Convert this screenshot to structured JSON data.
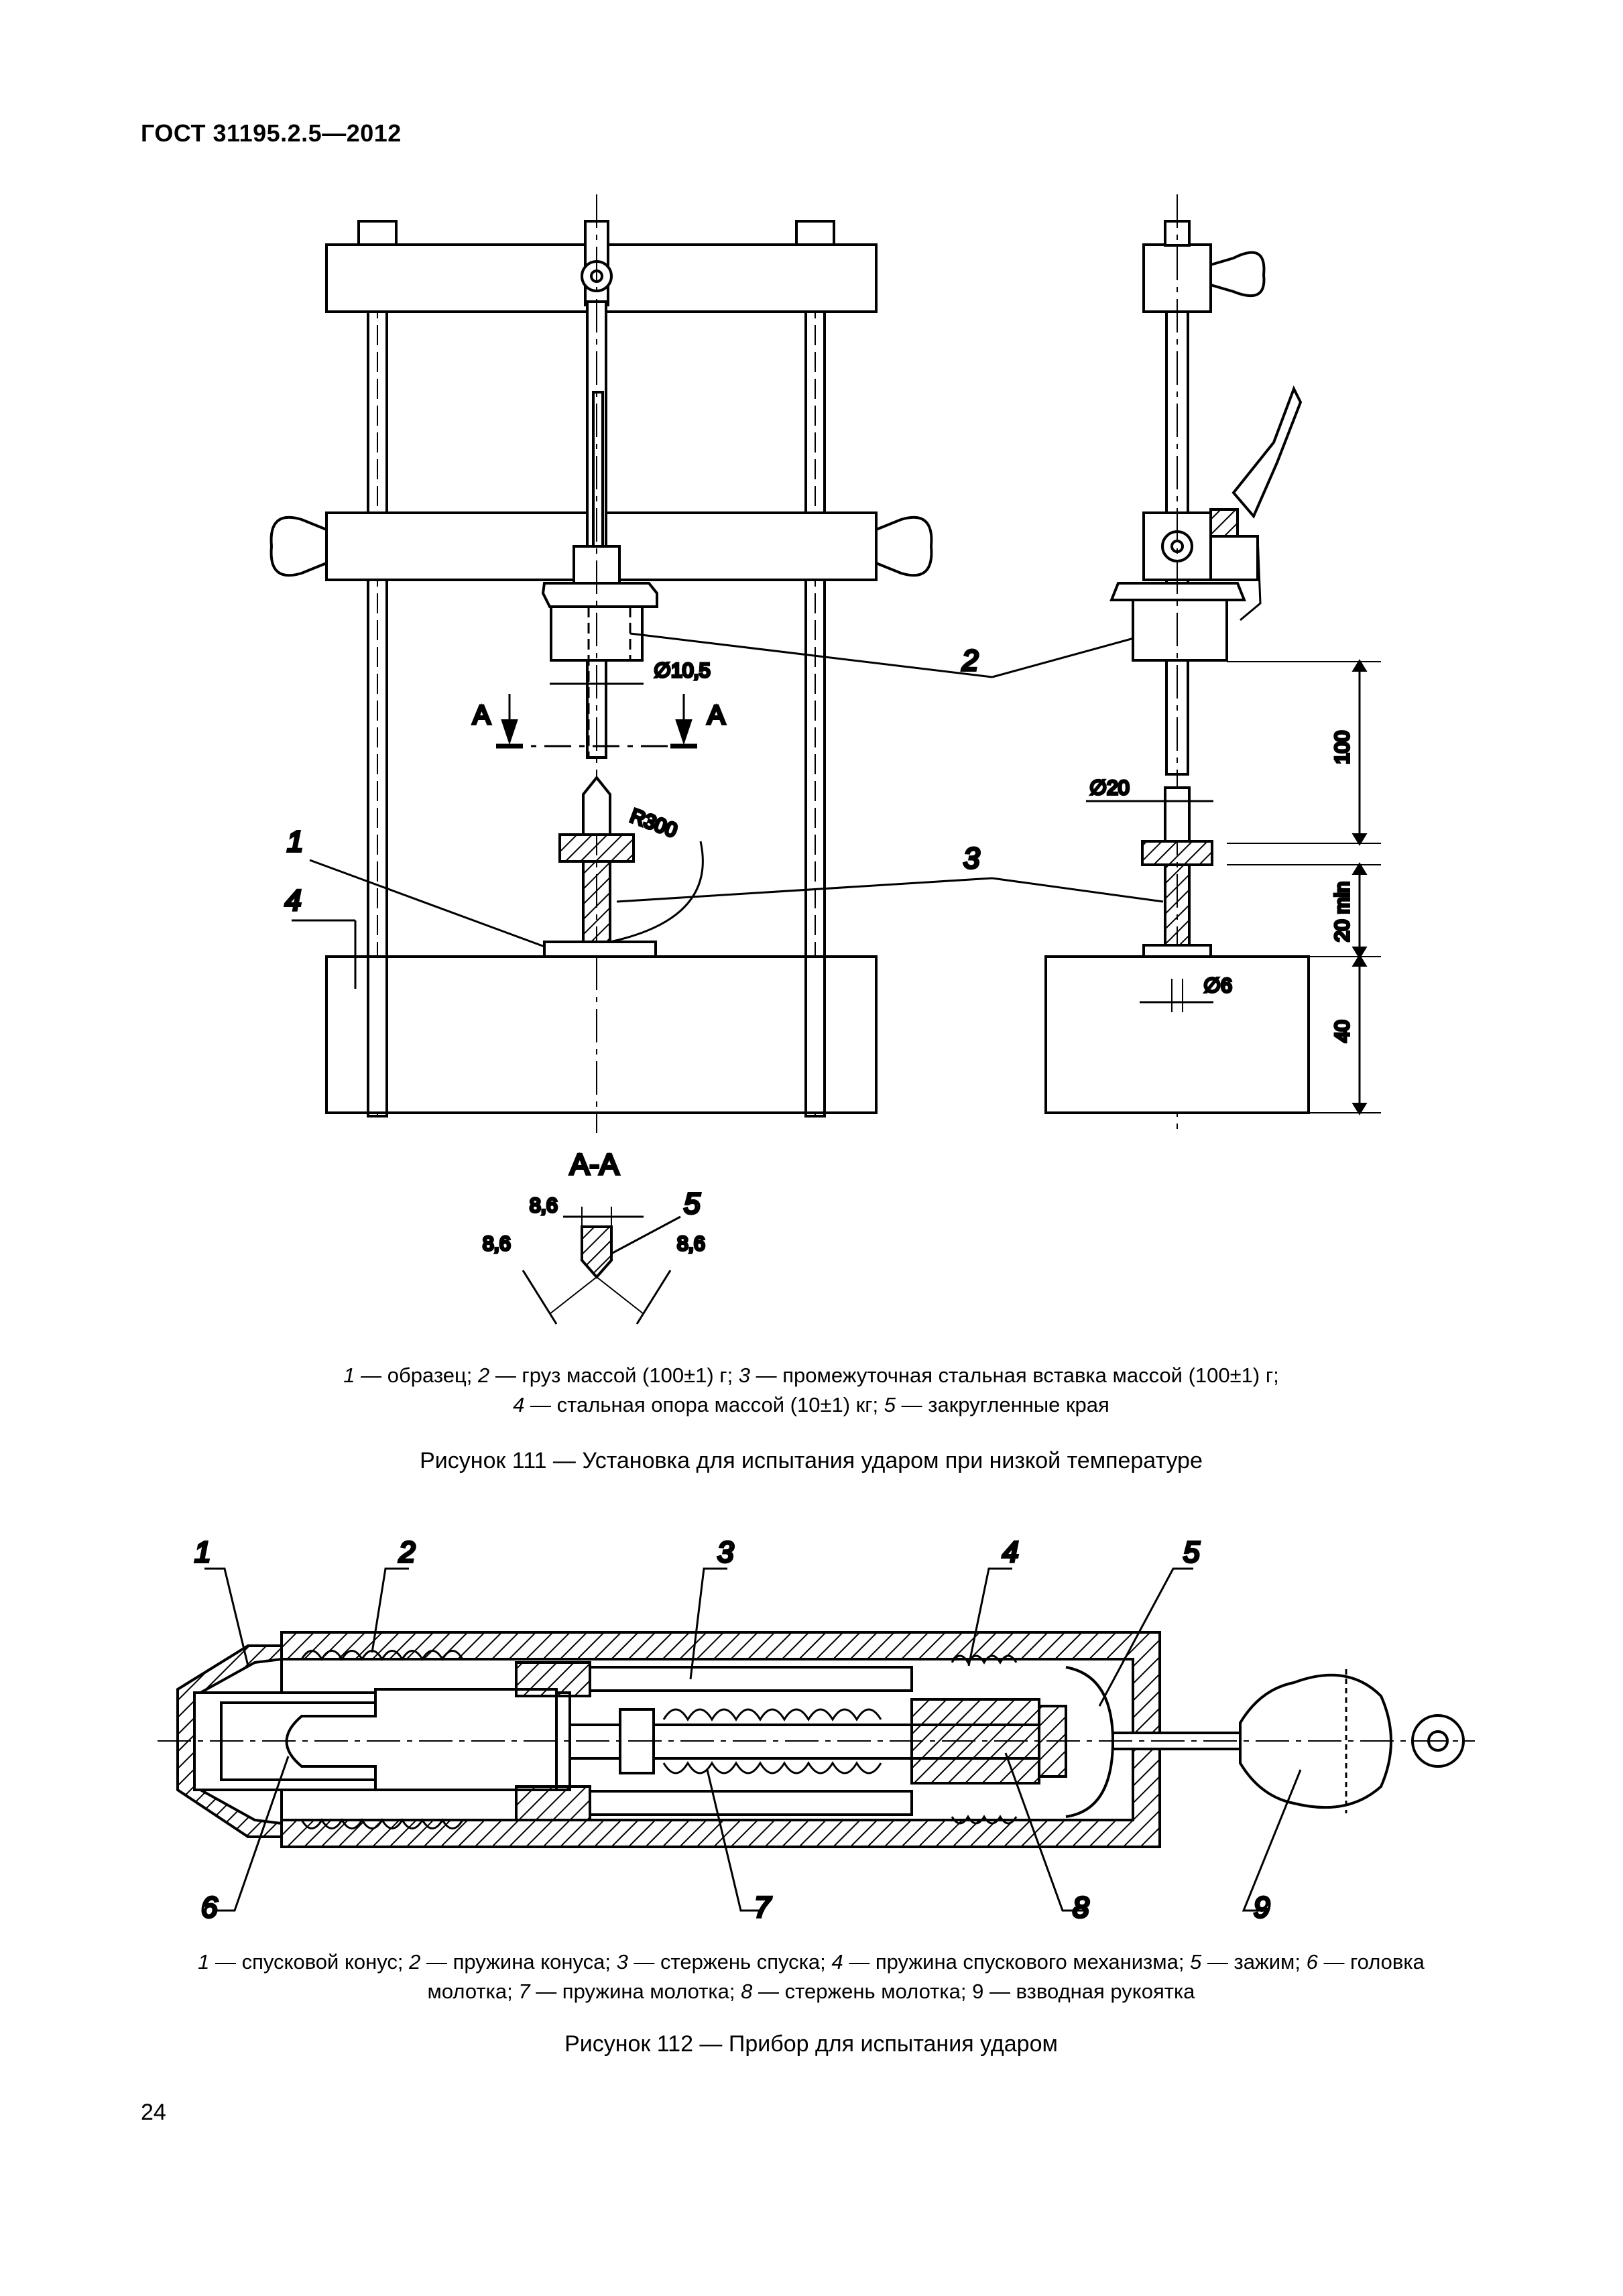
{
  "header": {
    "standard": "ГОСТ 31195.2.5—2012"
  },
  "figure111": {
    "callouts": [
      "1",
      "2",
      "3",
      "4",
      "5"
    ],
    "dims": {
      "bore": "∅10,5",
      "tip": "∅20",
      "pin": "∅6",
      "radius": "R300",
      "height_100": "100",
      "height_20": "20 min",
      "height_40": "40",
      "edge": "8,6"
    },
    "section_mark": "A",
    "section_title": "А-А",
    "legend_line1": {
      "n1": "1",
      "t1": " — образец; ",
      "n2": "2",
      "t2": " — груз массой (100±1) г; ",
      "n3": "3",
      "t3": " — промежуточная стальная вставка массой (100±1) г;"
    },
    "legend_line2": {
      "n4": "4",
      "t4": " — стальная опора массой (10±1) кг; ",
      "n5": "5",
      "t5": " — закругленные края"
    },
    "title": "Рисунок 111 — Установка для испытания ударом при низкой температуре"
  },
  "figure112": {
    "callouts": [
      "1",
      "2",
      "3",
      "4",
      "5",
      "6",
      "7",
      "8",
      "9"
    ],
    "legend_line1": {
      "n1": "1",
      "t1": " — спусковой конус; ",
      "n2": "2",
      "t2": " — пружина конуса; ",
      "n3": "3",
      "t3": " — стержень спуска; ",
      "n4": "4",
      "t4": " — пружина спускового механизма; ",
      "n5": "5",
      "t5": " — зажим; ",
      "n6": "6",
      "t6": " — головка"
    },
    "legend_line2": {
      "t6b": "молотка; ",
      "n7": "7",
      "t7": " —  пружина молотка; ",
      "n8": "8",
      "t8": " — стержень молотка; 9 — взводная рукоятка"
    },
    "title": "Рисунок 112 — Прибор для испытания ударом"
  },
  "footer": {
    "page_number": "24"
  }
}
